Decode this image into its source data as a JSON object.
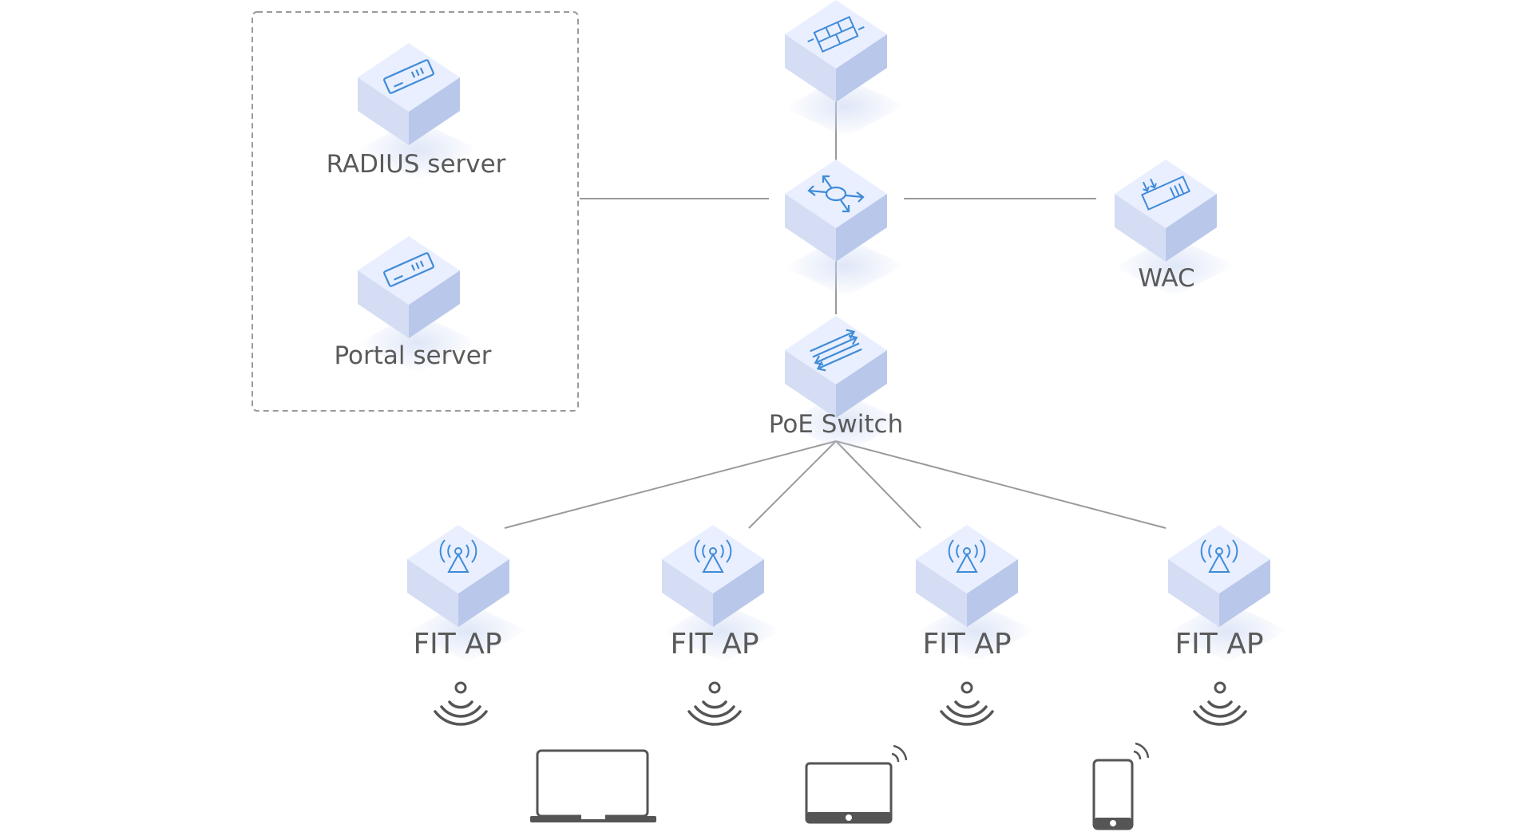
{
  "nodes": {
    "radius_server": {
      "label": "RADIUS server",
      "icon": "server-icon"
    },
    "portal_server": {
      "label": "Portal server",
      "icon": "server-icon"
    },
    "firewall": {
      "label": "",
      "icon": "firewall-icon"
    },
    "router": {
      "label": "",
      "icon": "router-icon"
    },
    "wac": {
      "label": "WAC",
      "icon": "wireless-controller-icon"
    },
    "poe_switch": {
      "label": "PoE Switch",
      "icon": "switch-icon"
    },
    "fit_aps": [
      {
        "label": "FIT AP",
        "icon": "access-point-icon"
      },
      {
        "label": "FIT AP",
        "icon": "access-point-icon"
      },
      {
        "label": "FIT AP",
        "icon": "access-point-icon"
      },
      {
        "label": "FIT AP",
        "icon": "access-point-icon"
      }
    ]
  },
  "clients": [
    {
      "device": "laptop",
      "icon": "laptop-icon"
    },
    {
      "device": "tablet",
      "icon": "tablet-icon"
    },
    {
      "device": "phone",
      "icon": "smartphone-icon"
    }
  ],
  "colors": {
    "device_top": "#e9efff",
    "device_left": "#d4ddf3",
    "device_right": "#b9c8ea",
    "device_glyph": "#3f8bd8",
    "link": "#9a9a9a",
    "label": "#5a5a5a",
    "client_outline": "#555555"
  }
}
